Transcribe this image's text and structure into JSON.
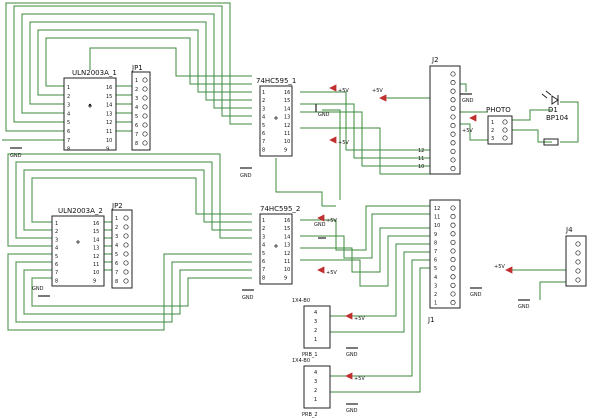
{
  "components": {
    "uln_1": {
      "ref": "ULN2003A_1"
    },
    "uln_2": {
      "ref": "ULN2003A_2"
    },
    "hc595_1": {
      "ref": "74HC595_1"
    },
    "hc595_2": {
      "ref": "74HC595_2"
    },
    "jp1": {
      "ref": "JP1"
    },
    "jp2": {
      "ref": "JP2"
    },
    "j1": {
      "ref": "J1"
    },
    "j2": {
      "ref": "J2"
    },
    "j4": {
      "ref": "J4"
    },
    "photo": {
      "ref": "PHOTO"
    },
    "d1": {
      "ref": "D1",
      "value": "BP104"
    },
    "conn_top": {
      "package": "1X4-B0",
      "ref": "PRB_1"
    },
    "conn_bot": {
      "package": "1X4-B0",
      "ref": "PRB_2"
    }
  },
  "net_labels": {
    "gnd": "GND",
    "vcc": "+5V"
  },
  "pin_numbers": {
    "uln_left": [
      "1",
      "2",
      "3",
      "4",
      "5",
      "6",
      "7",
      "8"
    ],
    "uln_right": [
      "16",
      "15",
      "14",
      "13",
      "12",
      "11",
      "10",
      "9"
    ],
    "hc_left": [
      "1",
      "2",
      "3",
      "4",
      "5",
      "6",
      "7",
      "8"
    ],
    "hc_right": [
      "16",
      "15",
      "14",
      "13",
      "12",
      "11",
      "10",
      "9"
    ],
    "jp": [
      "1",
      "2",
      "3",
      "4",
      "5",
      "6",
      "7",
      "8"
    ],
    "j_pins": [
      "12",
      "11",
      "10",
      "9",
      "8",
      "7",
      "6",
      "5",
      "4",
      "3",
      "2",
      "1"
    ],
    "photo": [
      "1",
      "2",
      "3"
    ],
    "header4": [
      "4",
      "3",
      "2",
      "1"
    ]
  }
}
